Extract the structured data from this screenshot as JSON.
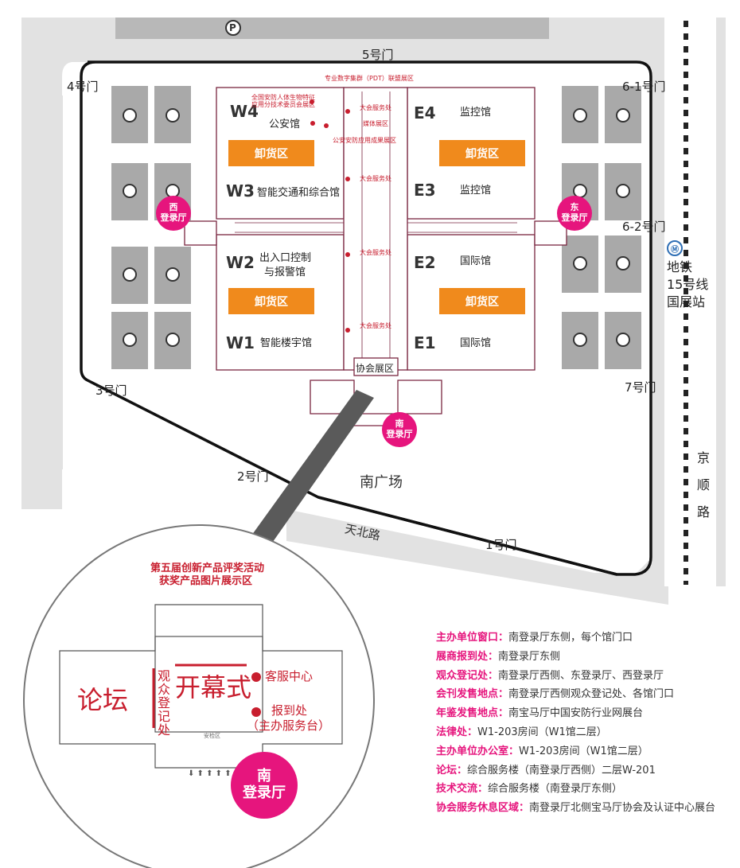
{
  "gates": {
    "g1": "1号门",
    "g2": "2号门",
    "g3": "3号门",
    "g4": "4号门",
    "g5": "5号门",
    "g61": "6-1号门",
    "g62": "6-2号门",
    "g7": "7号门"
  },
  "halls": {
    "w4": {
      "code": "W4",
      "name": "公安馆"
    },
    "w3": {
      "code": "W3",
      "name": "智能交通和综合馆"
    },
    "w2": {
      "code": "W2",
      "name_line1": "出入口控制",
      "name_line2": "与报警馆"
    },
    "w1": {
      "code": "W1",
      "name": "智能楼宇馆"
    },
    "e4": {
      "code": "E4",
      "name": "监控馆"
    },
    "e3": {
      "code": "E3",
      "name": "监控馆"
    },
    "e2": {
      "code": "E2",
      "name": "国际馆"
    },
    "e1": {
      "code": "E1",
      "name": "国际馆"
    }
  },
  "unloading_label": "卸货区",
  "service_label": "大会服务处",
  "small_labels": {
    "pdt": "专业数字集群（PDT）联盟展区",
    "bio1": "全国安防人体生物特征",
    "bio2": "应用分技术委员会展区",
    "media": "媒体展区",
    "police_app": "公安安防应用成果展区"
  },
  "association_hall": "协会展区",
  "registration": {
    "west": "西\n登录厅",
    "east": "东\n登录厅",
    "south": "南\n登录厅"
  },
  "south_square": "南广场",
  "tianbei_road": "天北路",
  "jingshun_road": [
    "京",
    "顺",
    "路"
  ],
  "subway": {
    "icon": "subway-icon",
    "line1": "地铁",
    "line2": "15号线",
    "line3": "国展站"
  },
  "parking_symbol": "P",
  "detail": {
    "award_line1": "第五届创新产品评奖活动",
    "award_line2": "获奖产品图片展示区",
    "forum": "论坛",
    "opening": "开幕式",
    "visitor_reg": [
      "观",
      "众",
      "登",
      "记",
      "处"
    ],
    "customer_service": "客服中心",
    "checkin_line1": "报到处",
    "checkin_line2": "（主办服务台）",
    "security": "安检区",
    "south_hall": "南\n登录厅"
  },
  "legend": [
    {
      "key": "主办单位窗口：",
      "value": "南登录厅东侧，每个馆门口"
    },
    {
      "key": "展商报到处：",
      "value": "南登录厅东侧"
    },
    {
      "key": "观众登记处：",
      "value": "南登录厅西侧、东登录厅、西登录厅"
    },
    {
      "key": "会刊发售地点：",
      "value": "南登录厅西侧观众登记处、各馆门口"
    },
    {
      "key": "年鉴发售地点：",
      "value": "南宝马厅中国安防行业网展台"
    },
    {
      "key": "法律处：",
      "value": "W1-203房间（W1馆二层）"
    },
    {
      "key": "主办单位办公室：",
      "value": "W1-203房间（W1馆二层）"
    },
    {
      "key": "论坛：",
      "value": "综合服务楼（南登录厅西侧）二层W-201"
    },
    {
      "key": "技术交流：",
      "value": "综合服务楼（南登录厅东侧）"
    },
    {
      "key": "协会服务休息区域：",
      "value": "南登录厅北侧宝马厅协会及认证中心展台"
    }
  ],
  "colors": {
    "accent_pink": "#e6157d",
    "unloading_orange": "#f08a1c",
    "hall_outline": "#7a2640",
    "service_red": "#c81e2e"
  }
}
